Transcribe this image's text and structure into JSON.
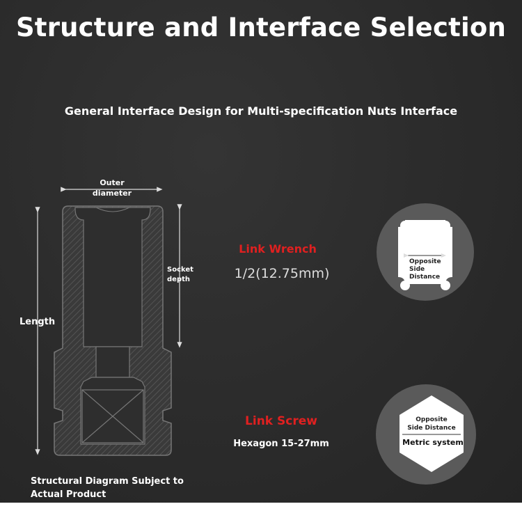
{
  "title": "Structure and Interface Selection",
  "subtitle": "General Interface Design for Multi-specification Nuts Interface",
  "diagram": {
    "outer_diameter_label": "Outer\ndiameter",
    "outer_diameter_line1": "Outer",
    "outer_diameter_line2": "diameter",
    "socket_depth_line1": "Socket",
    "socket_depth_line2": "depth",
    "length_label": "Length",
    "note_line1": "Structural Diagram Subject to",
    "note_line2": "Actual Product"
  },
  "link_wrench": {
    "heading": "Link Wrench",
    "value": "1/2(12.75mm)",
    "square_label_line1": "Opposite Side",
    "square_label_line2": "Distance"
  },
  "link_screw": {
    "heading": "Link Screw",
    "value": "Hexagon 15-27mm",
    "hex_label_line1": "Opposite",
    "hex_label_line2": "Side Distance",
    "hex_system": "Metric system"
  },
  "colors": {
    "accent_red": "#e02020",
    "background": "#2a2a2a",
    "circle_fill": "#5a5a5a"
  }
}
